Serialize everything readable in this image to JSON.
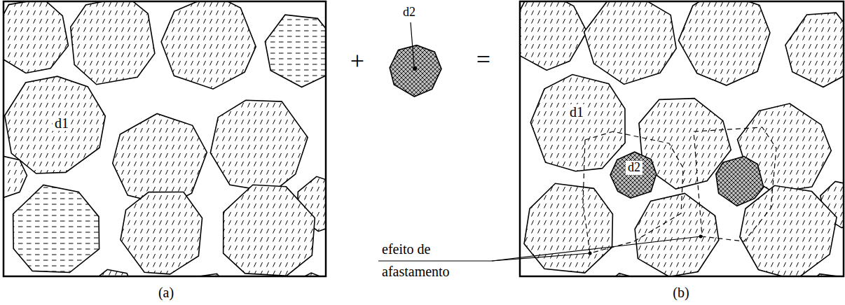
{
  "diagram": {
    "labels": [
      "d1",
      "+",
      "d2",
      "=",
      "d1",
      "d2",
      "efeito de afastamento",
      "(a)",
      "(b)"
    ]
  }
}
